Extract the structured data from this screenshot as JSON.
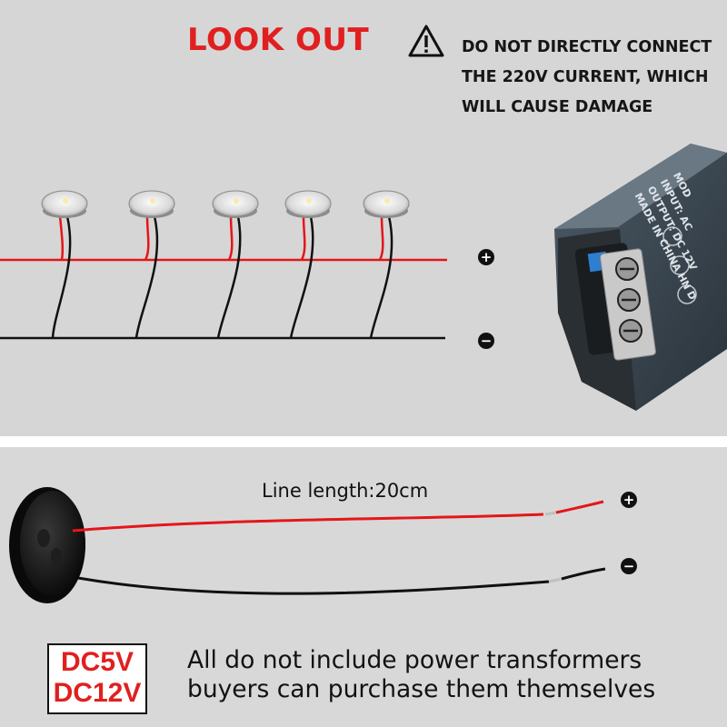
{
  "warning": {
    "title": "LOOK OUT",
    "title_color": "#e0201f",
    "icon": "warning-triangle-icon",
    "lines": [
      "DO NOT DIRECTLY CONNECT",
      "THE 220V CURRENT, WHICH",
      "WILL CAUSE DAMAGE"
    ]
  },
  "wiring": {
    "positive_symbol": "+",
    "negative_symbol": "−",
    "positive_color": "#e4161a",
    "negative_color": "#111111",
    "light_count": 5
  },
  "driver": {
    "label_lines": [
      "MOD",
      "INPUT: AC",
      "OUTPUT: DC 12V",
      "MADE IN CHINA HN D"
    ]
  },
  "bottom": {
    "line_length": "Line length:20cm",
    "positive_symbol": "+",
    "negative_symbol": "−",
    "voltage_options": [
      "DC5V",
      "DC12V"
    ],
    "note_lines": [
      "All do not include power transformers",
      "buyers can purchase them themselves"
    ]
  }
}
